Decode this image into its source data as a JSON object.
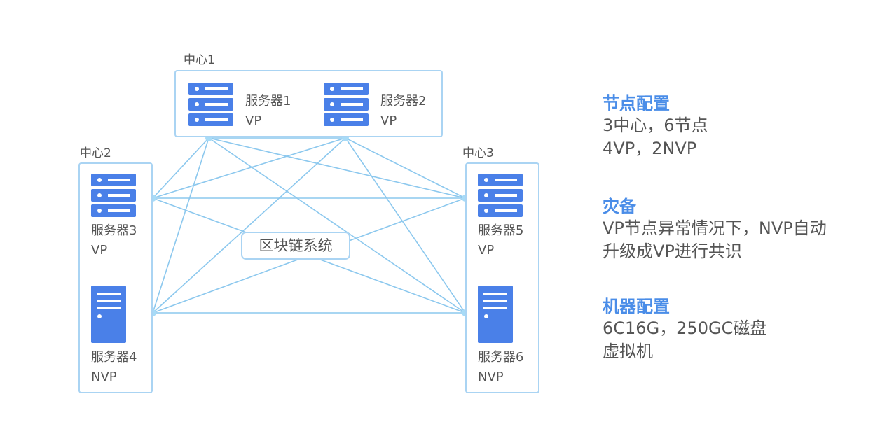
{
  "centers": [
    {
      "label": "中心1"
    },
    {
      "label": "中心2"
    },
    {
      "label": "中心3"
    }
  ],
  "servers": [
    {
      "name": "服务器1",
      "role": "VP",
      "icon": "rack-server-icon"
    },
    {
      "name": "服务器2",
      "role": "VP",
      "icon": "rack-server-icon"
    },
    {
      "name": "服务器3",
      "role": "VP",
      "icon": "rack-server-icon"
    },
    {
      "name": "服务器4",
      "role": "NVP",
      "icon": "tower-server-icon"
    },
    {
      "name": "服务器5",
      "role": "VP",
      "icon": "rack-server-icon"
    },
    {
      "name": "服务器6",
      "role": "NVP",
      "icon": "tower-server-icon"
    }
  ],
  "system_label": "区块链系统",
  "info": [
    {
      "title": "节点配置",
      "lines": [
        "3中心，6节点",
        "4VP，2NVP"
      ]
    },
    {
      "title": "灾备",
      "lines": [
        "VP节点异常情况下，NVP自动",
        "升级成VP进行共识"
      ]
    },
    {
      "title": "机器配置",
      "lines": [
        "6C16G，250GC磁盘",
        "虚拟机"
      ]
    }
  ],
  "colors": {
    "box_border": "#aad4f3",
    "mesh_line": "#8cc8ee",
    "node_dot": "#a7dbf7",
    "icon_blue": "#4a80e8",
    "title_blue": "#4a8de8",
    "text_gray": "#555555"
  }
}
